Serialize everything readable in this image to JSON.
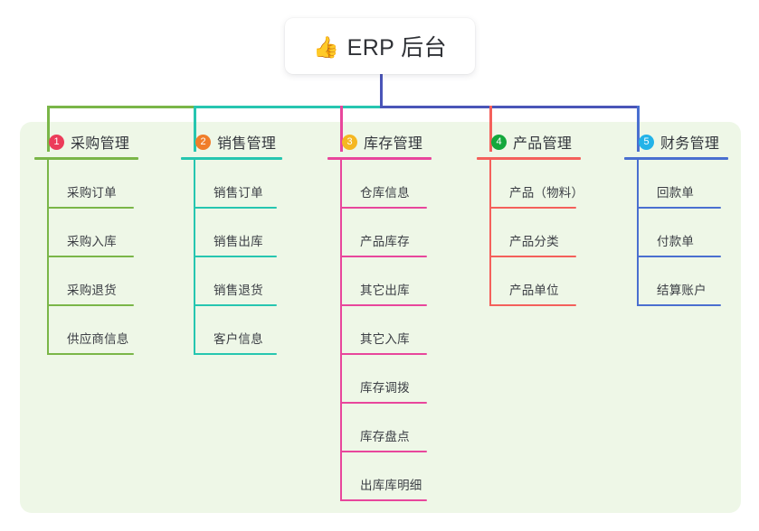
{
  "diagram": {
    "type": "mind-map",
    "background_color": "#ffffff",
    "panel_color": "#eef7e7",
    "root": {
      "icon": "thumbs-up-emoji",
      "icon_glyph": "👍",
      "title": "ERP 后台",
      "card_color": "#ffffff",
      "connector_color": "#4a55b8"
    },
    "trunk_segments": [
      {
        "name": "trunk-left-green",
        "color": "#7ab648"
      },
      {
        "name": "trunk-mid-teal",
        "color": "#26c6b0"
      },
      {
        "name": "trunk-right-blue",
        "color": "#4a55b8"
      }
    ],
    "columns": [
      {
        "index": "1",
        "title": "采购管理",
        "badge_color": "#ec3c5a",
        "line_color": "#7ab648",
        "items": [
          "采购订单",
          "采购入库",
          "采购退货",
          "供应商信息"
        ]
      },
      {
        "index": "2",
        "title": "销售管理",
        "badge_color": "#f07d2a",
        "line_color": "#26c6b0",
        "items": [
          "销售订单",
          "销售出库",
          "销售退货",
          "客户信息"
        ]
      },
      {
        "index": "3",
        "title": "库存管理",
        "badge_color": "#f5b721",
        "line_color": "#e8469c",
        "items": [
          "仓库信息",
          "产品库存",
          "其它出库",
          "其它入库",
          "库存调拨",
          "库存盘点",
          "出库库明细"
        ]
      },
      {
        "index": "4",
        "title": "产品管理",
        "badge_color": "#14a83c",
        "line_color": "#f4605b",
        "items": [
          "产品（物料）",
          "产品分类",
          "产品单位"
        ]
      },
      {
        "index": "5",
        "title": "财务管理",
        "badge_color": "#23b3e8",
        "line_color": "#4a6fd0",
        "items": [
          "回款单",
          "付款单",
          "结算账户"
        ]
      }
    ]
  }
}
